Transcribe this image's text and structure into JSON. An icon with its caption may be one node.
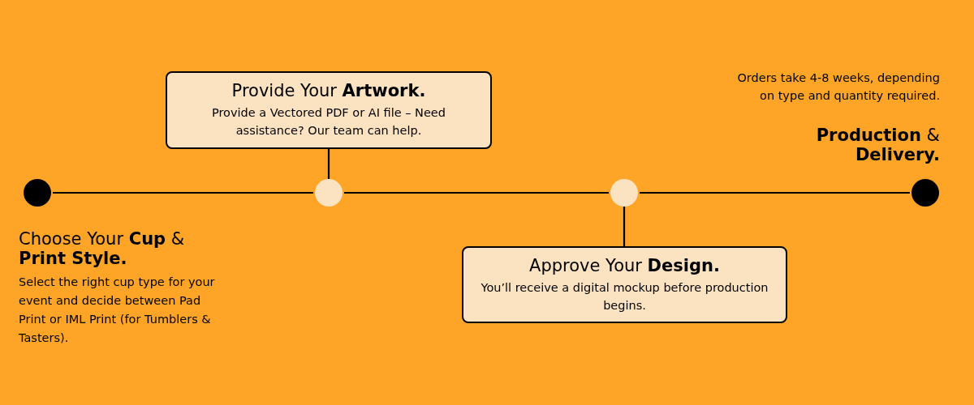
{
  "diagram": {
    "nodes": [
      {
        "text": [],
        "shape": "circle"
      },
      {
        "text": [],
        "shape": "circle"
      },
      {
        "text": [],
        "shape": "circle"
      },
      {
        "text": [],
        "shape": "circle"
      },
      {
        "text": [
          "Provide Your **Artwork.**",
          "Provide a Vectored PDF or AI file – Need assistance? Our team can help."
        ]
      },
      {
        "text": [
          "Approve Your **Design.**",
          "You’ll receive a digital mockup before production begins."
        ]
      }
    ],
    "edges": [
      {
        "from": 0,
        "to": 1,
        "arrow": "none"
      },
      {
        "from": 1,
        "to": 2,
        "arrow": "none"
      },
      {
        "from": 2,
        "to": 3,
        "arrow": "none"
      },
      {
        "from": 4,
        "to": 1,
        "arrow": "none"
      },
      {
        "from": 2,
        "to": 5,
        "arrow": "none"
      }
    ],
    "labels": [
      "Orders take 4-8 weeks, depending on type and quantity required.",
      "**Production** & **Delivery.**",
      "Choose Your **Cup** & **Print Style.**",
      "Select the right cup type for your event and decide between Pad Print or IML Print (for Tumblers & Tasters)."
    ]
  }
}
